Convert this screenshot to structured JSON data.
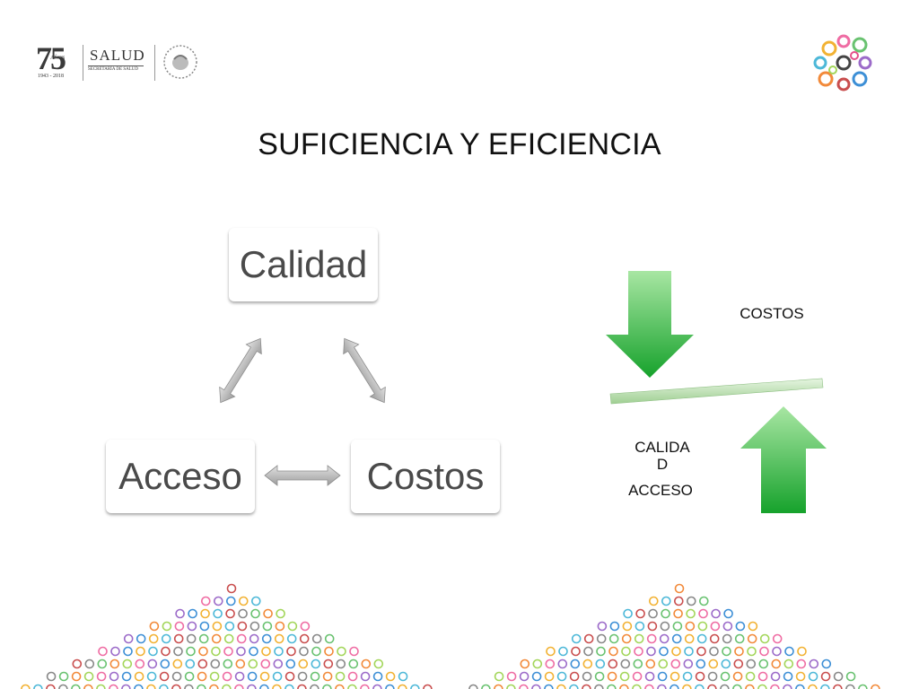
{
  "header": {
    "anniversary_number": "75",
    "anniversary_word": "AÑOS",
    "anniversary_years": "1943 - 2018",
    "org_name": "SALUD",
    "org_subtitle": "SECRETARÍA DE SALUD"
  },
  "title": "SUFICIENCIA Y EFICIENCIA",
  "cycle": {
    "nodes": [
      "Calidad",
      "Costos",
      "Acceso"
    ]
  },
  "balance": {
    "top_label": "COSTOS",
    "bottom_label_line1": "CALIDA",
    "bottom_label_line2": "D",
    "bottom_label_line3": "ACCESO"
  },
  "colors": {
    "arrow_green_light": "#a8e6a3",
    "arrow_green_dark": "#16a22c",
    "box_text": "#4a4a4a",
    "cycle_arrow": "#b4b4b4"
  }
}
